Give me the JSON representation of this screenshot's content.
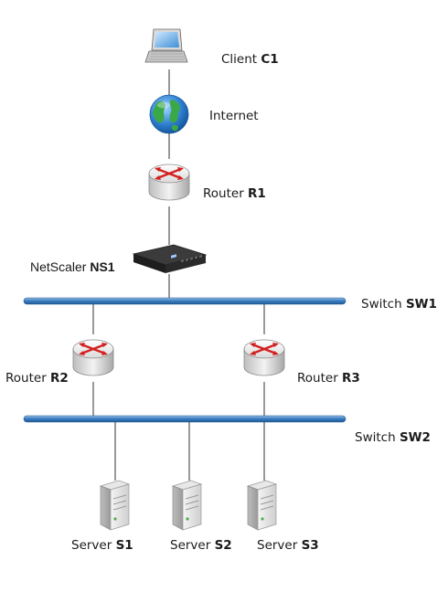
{
  "nodes": {
    "client": {
      "prefix": "Client ",
      "id": "C1",
      "icon": "laptop-icon"
    },
    "internet": {
      "label": "Internet",
      "icon": "globe-icon"
    },
    "r1": {
      "prefix": "Router ",
      "id": "R1",
      "icon": "router-icon"
    },
    "ns1": {
      "prefix": "NetScaler ",
      "id": "NS1",
      "icon": "appliance-icon"
    },
    "sw1": {
      "prefix": "Switch ",
      "id": "SW1",
      "icon": "switch-bus"
    },
    "r2": {
      "prefix": "Router ",
      "id": "R2",
      "icon": "router-icon"
    },
    "r3": {
      "prefix": "Router ",
      "id": "R3",
      "icon": "router-icon"
    },
    "sw2": {
      "prefix": "Switch ",
      "id": "SW2",
      "icon": "switch-bus"
    },
    "s1": {
      "prefix": "Server ",
      "id": "S1",
      "icon": "server-icon"
    },
    "s2": {
      "prefix": "Server ",
      "id": "S2",
      "icon": "server-icon"
    },
    "s3": {
      "prefix": "Server ",
      "id": "S3",
      "icon": "server-icon"
    }
  },
  "colors": {
    "bus": "#2f6fb0",
    "bus_highlight": "#8fb9e3",
    "router_arrow": "#d32020",
    "line": "#333333"
  }
}
